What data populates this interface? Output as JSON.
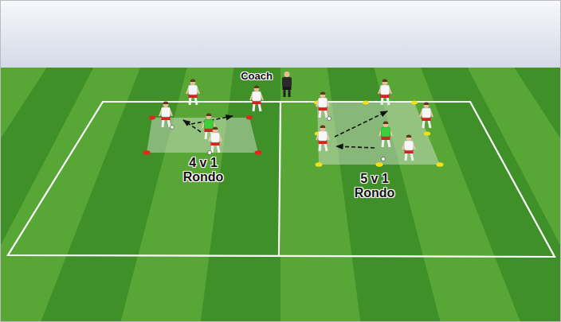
{
  "diagram": {
    "labels": [
      "Coach",
      "4 v 1 Rondo",
      "5 v 1 Rondo"
    ]
  }
}
